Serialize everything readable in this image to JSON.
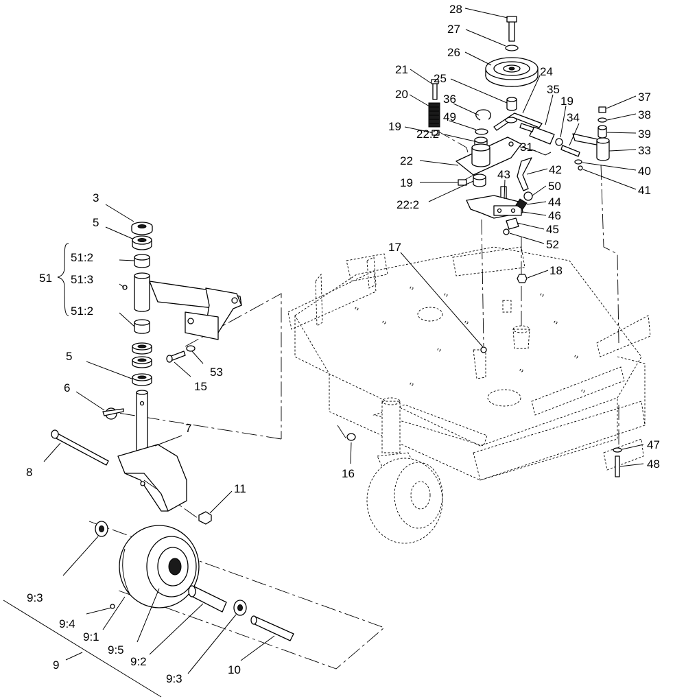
{
  "callouts": {
    "c3": "3",
    "c5a": "5",
    "c51_2a": "51:2",
    "c51": "51",
    "c51_3": "51:3",
    "c51_2b": "51:2",
    "c5b": "5",
    "c6": "6",
    "c53": "53",
    "c15": "15",
    "c7": "7",
    "c8": "8",
    "c11": "11",
    "c9_3a": "9:3",
    "c9_4": "9:4",
    "c9_1": "9:1",
    "c9_5": "9:5",
    "c9_2": "9:2",
    "c9": "9",
    "c9_3b": "9:3",
    "c10": "10",
    "c16": "16",
    "c17": "17",
    "c18": "18",
    "c28": "28",
    "c27": "27",
    "c26": "26",
    "c21": "21",
    "c25": "25",
    "c24": "24",
    "c35": "35",
    "c20": "20",
    "c36": "36",
    "c49": "49",
    "c19a": "19",
    "c34": "34",
    "c37": "37",
    "c38": "38",
    "c19b": "19",
    "c22_2a": "22:2",
    "c39": "39",
    "c31": "31",
    "c33": "33",
    "c22": "22",
    "c40": "40",
    "c42": "42",
    "c41": "41",
    "c19c": "19",
    "c43": "43",
    "c50": "50",
    "c22_2b": "22:2",
    "c44": "44",
    "c46": "46",
    "c45": "45",
    "c52": "52",
    "c47": "47",
    "c48": "48"
  }
}
